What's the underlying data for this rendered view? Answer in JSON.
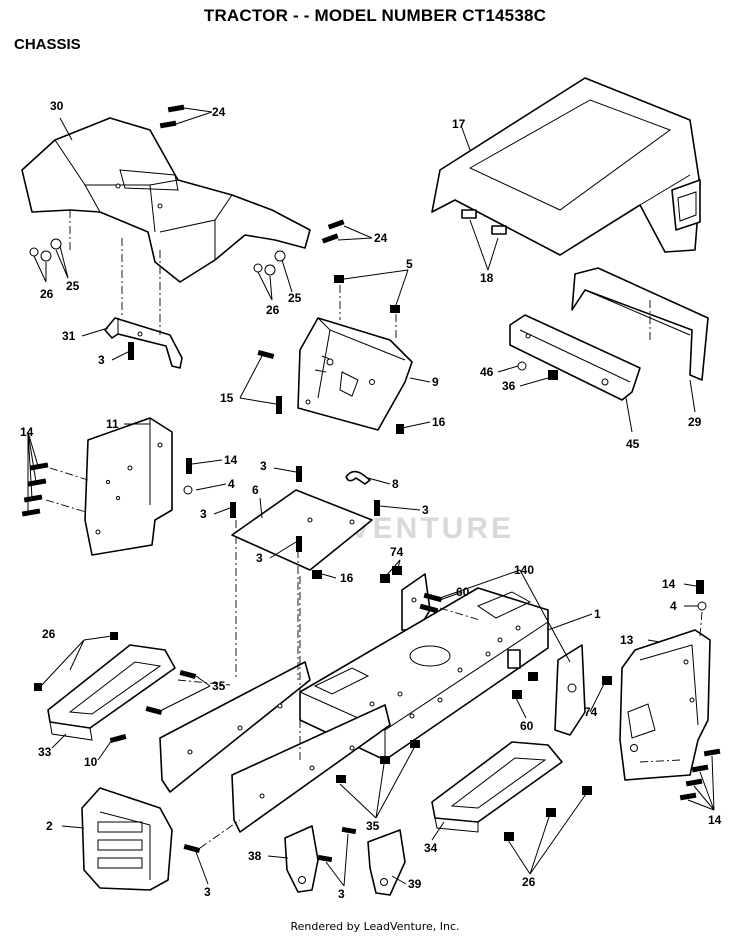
{
  "header": {
    "title": "TRACTOR - - MODEL NUMBER CT14538C",
    "section": "CHASSIS"
  },
  "footer": {
    "text": "Rendered by LeadVenture, Inc."
  },
  "watermark": {
    "text": "LEADVENTURE"
  },
  "callouts": [
    {
      "id": "c30",
      "label": "30"
    },
    {
      "id": "c24a",
      "label": "24"
    },
    {
      "id": "c24b",
      "label": "24"
    },
    {
      "id": "c17",
      "label": "17"
    },
    {
      "id": "c26a",
      "label": "26"
    },
    {
      "id": "c25a",
      "label": "25"
    },
    {
      "id": "c26b",
      "label": "26"
    },
    {
      "id": "c25b",
      "label": "25"
    },
    {
      "id": "c18",
      "label": "18"
    },
    {
      "id": "c5",
      "label": "5"
    },
    {
      "id": "c31",
      "label": "31"
    },
    {
      "id": "c3a",
      "label": "3"
    },
    {
      "id": "c15",
      "label": "15"
    },
    {
      "id": "c9",
      "label": "9"
    },
    {
      "id": "c46",
      "label": "46"
    },
    {
      "id": "c36",
      "label": "36"
    },
    {
      "id": "c29",
      "label": "29"
    },
    {
      "id": "c16a",
      "label": "16"
    },
    {
      "id": "c45",
      "label": "45"
    },
    {
      "id": "c11",
      "label": "11"
    },
    {
      "id": "c14a",
      "label": "14"
    },
    {
      "id": "c14b",
      "label": "14"
    },
    {
      "id": "c3b",
      "label": "3"
    },
    {
      "id": "c4a",
      "label": "4"
    },
    {
      "id": "c8",
      "label": "8"
    },
    {
      "id": "c6",
      "label": "6"
    },
    {
      "id": "c3c",
      "label": "3"
    },
    {
      "id": "c3d",
      "label": "3"
    },
    {
      "id": "c3e",
      "label": "3"
    },
    {
      "id": "c16b",
      "label": "16"
    },
    {
      "id": "c74a",
      "label": "74"
    },
    {
      "id": "c140",
      "label": "140"
    },
    {
      "id": "c60a",
      "label": "60"
    },
    {
      "id": "c14c",
      "label": "14"
    },
    {
      "id": "c4b",
      "label": "4"
    },
    {
      "id": "c1",
      "label": "1"
    },
    {
      "id": "c26c",
      "label": "26"
    },
    {
      "id": "c13",
      "label": "13"
    },
    {
      "id": "c35a",
      "label": "35"
    },
    {
      "id": "c60b",
      "label": "60"
    },
    {
      "id": "c74b",
      "label": "74"
    },
    {
      "id": "c33",
      "label": "33"
    },
    {
      "id": "c10",
      "label": "10"
    },
    {
      "id": "c2",
      "label": "2"
    },
    {
      "id": "c35b",
      "label": "35"
    },
    {
      "id": "c34",
      "label": "34"
    },
    {
      "id": "c14d",
      "label": "14"
    },
    {
      "id": "c3f",
      "label": "3"
    },
    {
      "id": "c38",
      "label": "38"
    },
    {
      "id": "c3g",
      "label": "3"
    },
    {
      "id": "c39",
      "label": "39"
    },
    {
      "id": "c26d",
      "label": "26"
    }
  ]
}
